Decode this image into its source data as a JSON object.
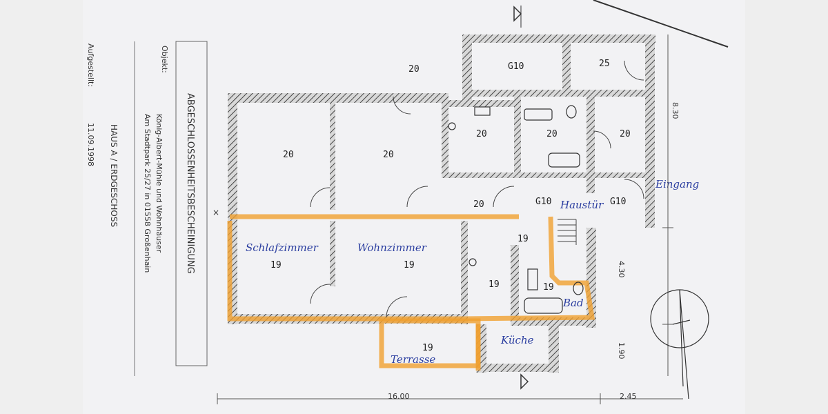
{
  "title_block": {
    "heading": "ABGESCHLOSSENHEITSBESCHEINIGUNG",
    "object_label": "Objekt:",
    "object_line1": "König-Albert-Mühle  und Wohnhäuser",
    "object_line2": "Am Stadtpark 25/27 in 01558 Großenhain",
    "house_line": "HAUS A  / ERDGESCHOSS",
    "drawn_label": "Aufgestellt:",
    "date": "11.09.1998"
  },
  "rooms": {
    "top_left_20": "20",
    "gio_top": "G10",
    "r25": "25",
    "room_20a": "20",
    "room_20b": "20",
    "kitchen_top_20": "20",
    "bath_top_20": "20",
    "right_20": "20",
    "hall_20": "20",
    "gio_mid": "G10",
    "gio_right": "G10",
    "hall_19": "19",
    "bed_19": "19",
    "living_19": "19",
    "kitchen_19": "19",
    "bath_19": "19",
    "terrace_19": "19"
  },
  "handwritten": {
    "schlafzimmer": "Schlafzimmer",
    "wohnzimmer": "Wohnzimmer",
    "kueche": "Küche",
    "bad": "Bad",
    "terrasse": "Terrasse",
    "haustuer": "Haustür",
    "eingang": "Eingang"
  },
  "dimensions": {
    "width_total": "16.00",
    "width_right": "2.45",
    "h1": "8.30",
    "h2": "4.30",
    "h3": "1.90"
  },
  "colors": {
    "wall": "#555555",
    "highlight": "#f0a030",
    "ink": "#2b3ea0"
  }
}
